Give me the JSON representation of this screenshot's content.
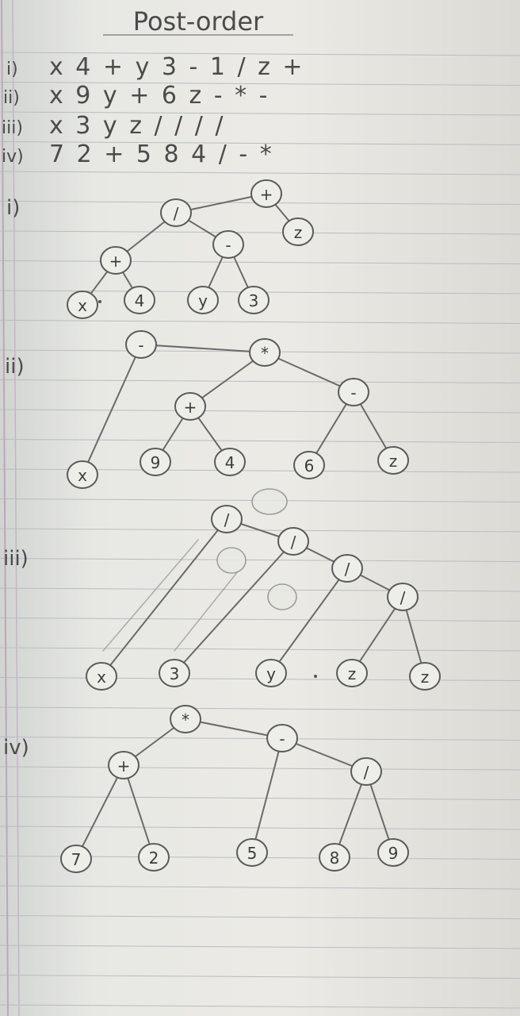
{
  "title": "Post-order",
  "expressions": [
    {
      "label": "i)",
      "text": "x 4 + y 3 - 1 / z +"
    },
    {
      "label": "ii)",
      "text": "x 9 y + 6 z - * -"
    },
    {
      "label": "iii)",
      "text": "x 3 y z / / / /"
    },
    {
      "label": "iv)",
      "text": "7 2 + 5 8 4 / - *"
    }
  ],
  "section_labels": [
    "i)",
    "ii)",
    "iii)",
    "iv)"
  ],
  "trees": [
    {
      "label": "i)",
      "nodes": [
        {
          "id": "n1",
          "value": "+"
        },
        {
          "id": "n2",
          "value": "/"
        },
        {
          "id": "n3",
          "value": "z"
        },
        {
          "id": "n4",
          "value": "+"
        },
        {
          "id": "n5",
          "value": "-"
        },
        {
          "id": "n6",
          "value": "x"
        },
        {
          "id": "n7",
          "value": "4"
        },
        {
          "id": "n8",
          "value": "y"
        },
        {
          "id": "n9",
          "value": "3"
        }
      ]
    },
    {
      "label": "ii)",
      "nodes": [
        {
          "id": "m1",
          "value": "-"
        },
        {
          "id": "m2",
          "value": "*"
        },
        {
          "id": "m3",
          "value": "x"
        },
        {
          "id": "m4",
          "value": "+"
        },
        {
          "id": "m5",
          "value": "-"
        },
        {
          "id": "m6",
          "value": "9"
        },
        {
          "id": "m7",
          "value": "4"
        },
        {
          "id": "m8",
          "value": "6"
        },
        {
          "id": "m9",
          "value": "z"
        }
      ]
    },
    {
      "label": "iii)",
      "nodes": [
        {
          "id": "p1",
          "value": "/"
        },
        {
          "id": "p2",
          "value": "/"
        },
        {
          "id": "p3",
          "value": "/"
        },
        {
          "id": "p4",
          "value": "/"
        },
        {
          "id": "p5",
          "value": "x"
        },
        {
          "id": "p6",
          "value": "3"
        },
        {
          "id": "p7",
          "value": "y"
        },
        {
          "id": "p8",
          "value": "z"
        },
        {
          "id": "p9",
          "value": "z"
        }
      ]
    },
    {
      "label": "iv)",
      "nodes": [
        {
          "id": "q1",
          "value": "*"
        },
        {
          "id": "q2",
          "value": "+"
        },
        {
          "id": "q3",
          "value": "-"
        },
        {
          "id": "q4",
          "value": "7"
        },
        {
          "id": "q5",
          "value": "2"
        },
        {
          "id": "q6",
          "value": "5"
        },
        {
          "id": "q7",
          "value": "/"
        },
        {
          "id": "q8",
          "value": "8"
        },
        {
          "id": "q9",
          "value": "9"
        }
      ]
    }
  ]
}
